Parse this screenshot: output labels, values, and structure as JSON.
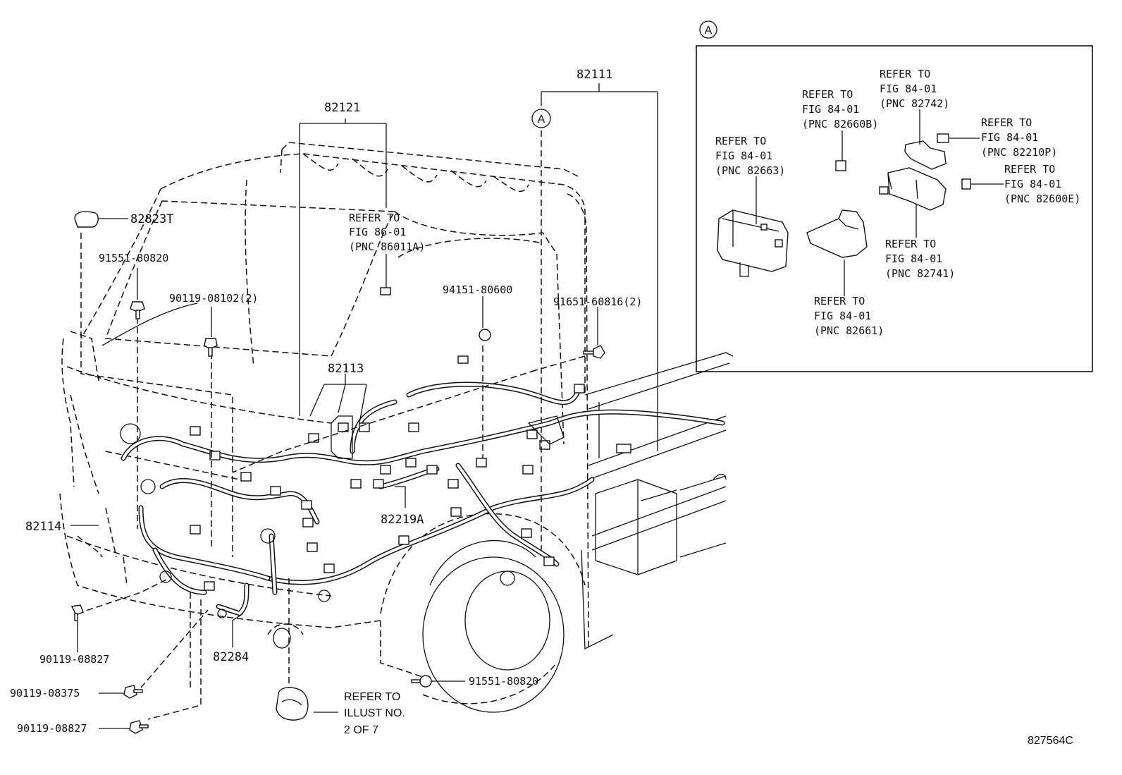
{
  "callout_letter": "A",
  "main_labels": {
    "p82111": "82111",
    "p82121": "82121",
    "p82823T": "82823T",
    "p91551a": "91551-80820",
    "p90119_08102": "90119-08102(2)",
    "p94151": "94151-80600",
    "p91651": "91651-60816(2)",
    "p82113": "82113",
    "p82114": "82114",
    "p82219A": "82219A",
    "p82284": "82284",
    "p90119_08827a": "90119-08827",
    "p90119_08375": "90119-08375",
    "p90119_08827b": "90119-08827",
    "p91551b": "91551-80820"
  },
  "refer_fig86": [
    "REFER TO",
    "FIG 86-01",
    "(PNC 86011A)"
  ],
  "refer_illust": [
    "REFER TO",
    "ILLUST NO.",
    "2 OF 7"
  ],
  "inset_refs": {
    "r82663": [
      "REFER TO",
      "FIG 84-01",
      "(PNC 82663)"
    ],
    "r82660B": [
      "REFER TO",
      "FIG 84-01",
      "(PNC 82660B)"
    ],
    "r82742": [
      "REFER TO",
      "FIG 84-01",
      "(PNC 82742)"
    ],
    "r82210P": [
      "REFER TO",
      "FIG 84-01",
      "(PNC 82210P)"
    ],
    "r82600E": [
      "REFER TO",
      "FIG 84-01",
      "(PNC 82600E)"
    ],
    "r82741": [
      "REFER TO",
      "FIG 84-01",
      "(PNC 82741)"
    ],
    "r82661": [
      "REFER TO",
      "FIG 84-01",
      "(PNC 82661)"
    ]
  },
  "illustration_number": "827564C"
}
